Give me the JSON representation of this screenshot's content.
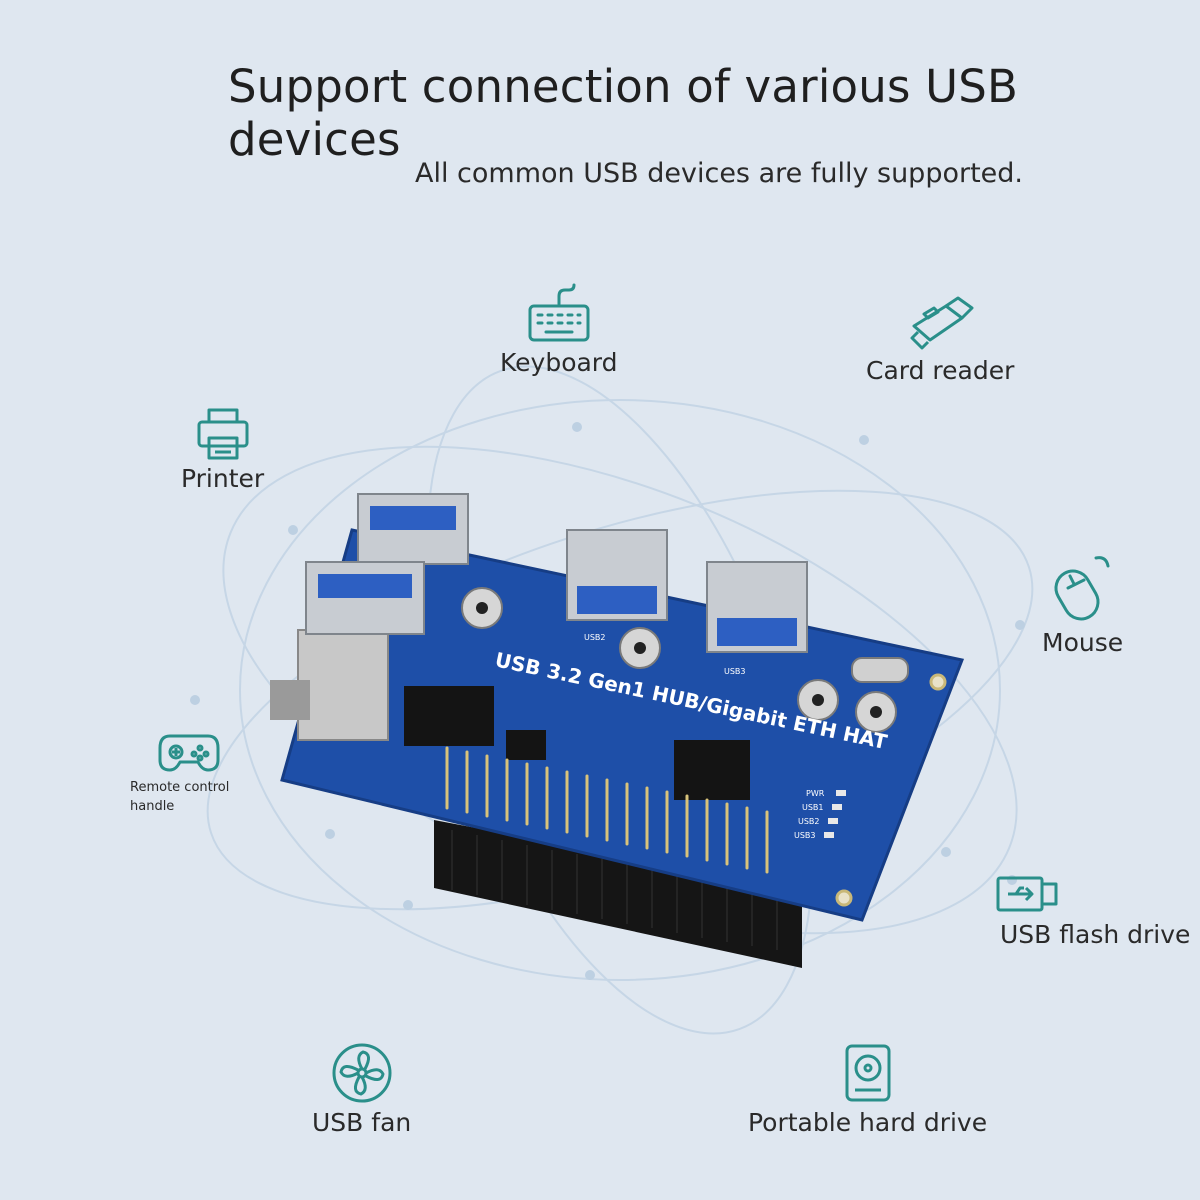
{
  "heading": {
    "title": "Support connection of various USB devices",
    "subtitle": "All common USB devices are fully supported."
  },
  "colors": {
    "background": "#dfe7f0",
    "icon": "#2a8f8a",
    "orbit": "#c6d6e6",
    "board": "#1e4fa8"
  },
  "devices": {
    "keyboard": {
      "label": "Keyboard",
      "icon": "keyboard-icon"
    },
    "card_reader": {
      "label": "Card reader",
      "icon": "card-reader-icon"
    },
    "printer": {
      "label": "Printer",
      "icon": "printer-icon"
    },
    "mouse": {
      "label": "Mouse",
      "icon": "mouse-icon"
    },
    "remote": {
      "label": "Remote control handle",
      "icon": "gamepad-icon"
    },
    "flash": {
      "label": "USB flash drive",
      "icon": "usb-flash-drive-icon"
    },
    "fan": {
      "label": "USB fan",
      "icon": "fan-icon"
    },
    "hdd": {
      "label": "Portable hard drive",
      "icon": "hard-drive-icon"
    }
  },
  "board": {
    "silkscreen": "USB 3.2 Gen1 HUB/Gigabit ETH HAT",
    "leds": [
      "PWR",
      "USB1",
      "USB2",
      "USB3"
    ],
    "ports": [
      "USB2",
      "USB3"
    ]
  }
}
